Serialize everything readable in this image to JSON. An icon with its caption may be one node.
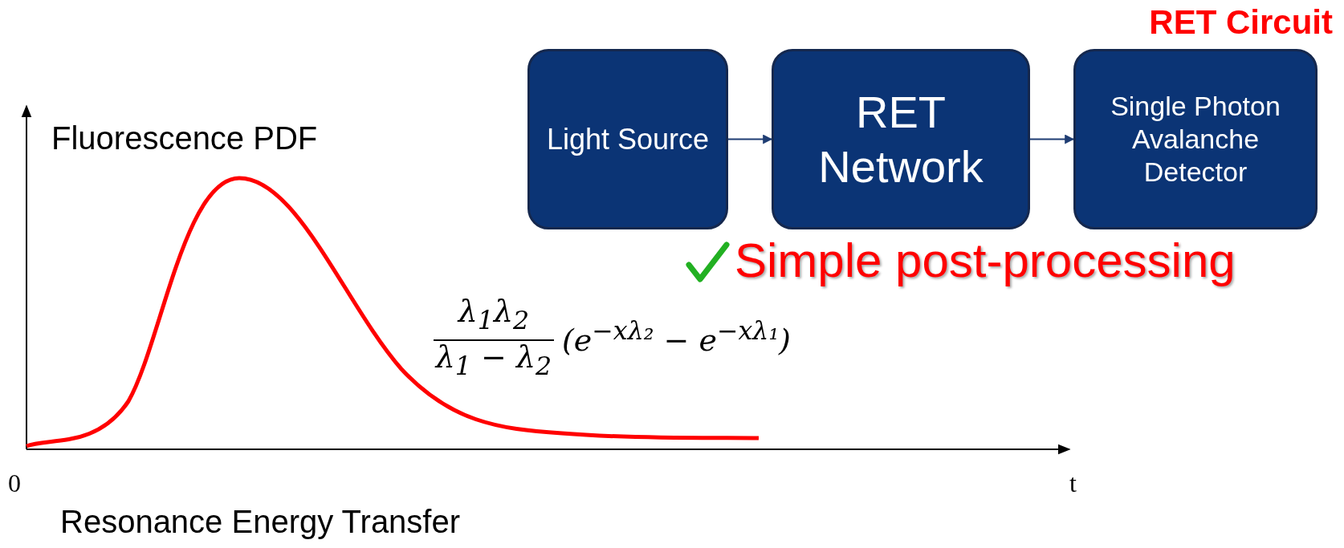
{
  "diagram": {
    "title": "RET Circuit",
    "nodes": [
      {
        "text": [
          "Light Source"
        ]
      },
      {
        "text": [
          "RET Network"
        ]
      },
      {
        "text": [
          "Single Photon Avalanche Detector"
        ]
      }
    ],
    "edges": [
      {
        "from": 0,
        "to": 1,
        "arrow": "to"
      },
      {
        "from": 1,
        "to": 2,
        "arrow": "to"
      }
    ],
    "labels": [
      "Simple post-processing",
      "Fluorescence PDF",
      "λ$_{1}$λ$_{2}$",
      "λ$_{1}$ − λ$_{2}$",
      "(e$^{−xλ₂}$ − e$^{−xλ₁}$)",
      "0",
      "t",
      "Resonance Energy Transfer"
    ]
  }
}
